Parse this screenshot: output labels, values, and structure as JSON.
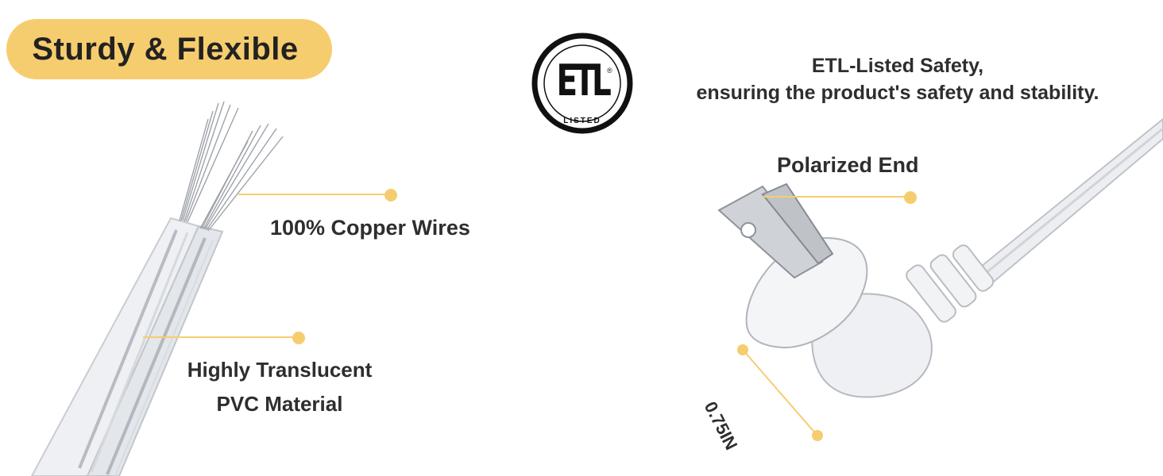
{
  "badge": {
    "text": "Sturdy & Flexible",
    "color": "#f6cd6e"
  },
  "callouts": {
    "copper": "100% Copper Wires",
    "pvc_line1": "Highly Translucent",
    "pvc_line2": "PVC Material",
    "polarized": "Polarized End",
    "dimension": "0.75IN"
  },
  "etl": {
    "logo_text": "ETL",
    "logo_sub": "LISTED",
    "reg_mark": "®",
    "line1": "ETL-Listed Safety,",
    "line2": "ensuring the product's safety and stability."
  },
  "accent_color": "#f6cd6e",
  "icons": [
    "etl-listed-logo",
    "wire-illustration",
    "plug-illustration"
  ]
}
